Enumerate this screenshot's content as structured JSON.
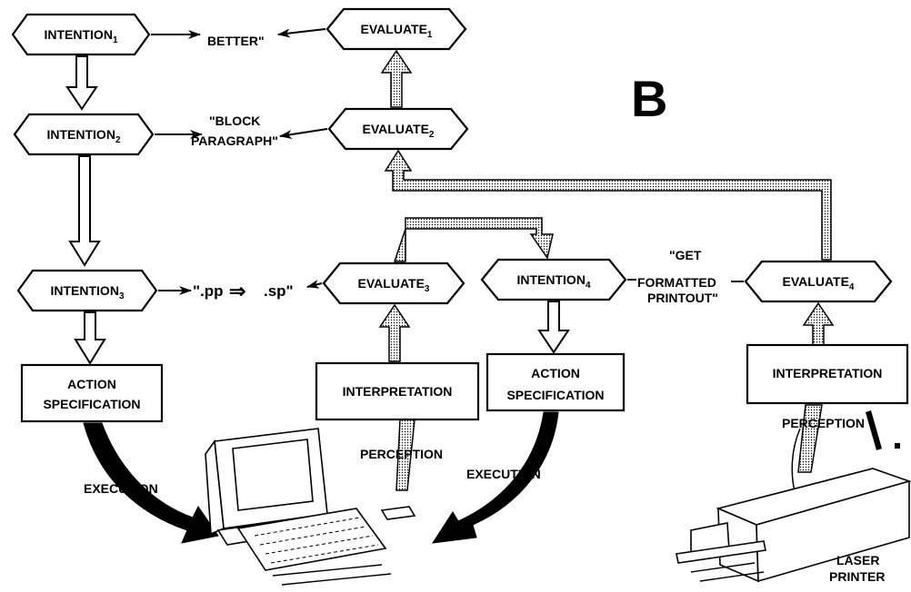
{
  "diagram": {
    "panel_letter": "B",
    "intentions": [
      {
        "text": "INTENTION",
        "sub": "1"
      },
      {
        "text": "INTENTION",
        "sub": "2"
      },
      {
        "text": "INTENTION",
        "sub": "3"
      },
      {
        "text": "INTENTION",
        "sub": "4"
      }
    ],
    "evaluates": [
      {
        "text": "EVALUATE",
        "sub": "1"
      },
      {
        "text": "EVALUATE",
        "sub": "2"
      },
      {
        "text": "EVALUATE",
        "sub": "3"
      },
      {
        "text": "EVALUATE",
        "sub": "4"
      }
    ],
    "goals": {
      "better": "BETTER\"",
      "block_line1": "\"BLOCK",
      "block_line2": "PARAGRAPH\"",
      "pp_sp_left": "\".pp",
      "pp_sp_arrow": "⇒",
      "pp_sp_right": ".sp\"",
      "get_line1": "\"GET",
      "get_line2": "FORMATTED",
      "get_line3": "PRINTOUT\""
    },
    "action_spec_1": {
      "line1": "ACTION",
      "line2": "SPECIFICATION"
    },
    "action_spec_2": {
      "line1": "ACTION",
      "line2": "SPECIFICATION"
    },
    "interpretation_1": "INTERPRETATION",
    "interpretation_2": "INTERPRETATION",
    "execution_1": "EXECUTION",
    "execution_2": "EXECUTION",
    "perception_1": "PERCEPTION",
    "perception_2": "PERCEPTION",
    "laser_line1": "LASER",
    "laser_line2": "PRINTER"
  }
}
